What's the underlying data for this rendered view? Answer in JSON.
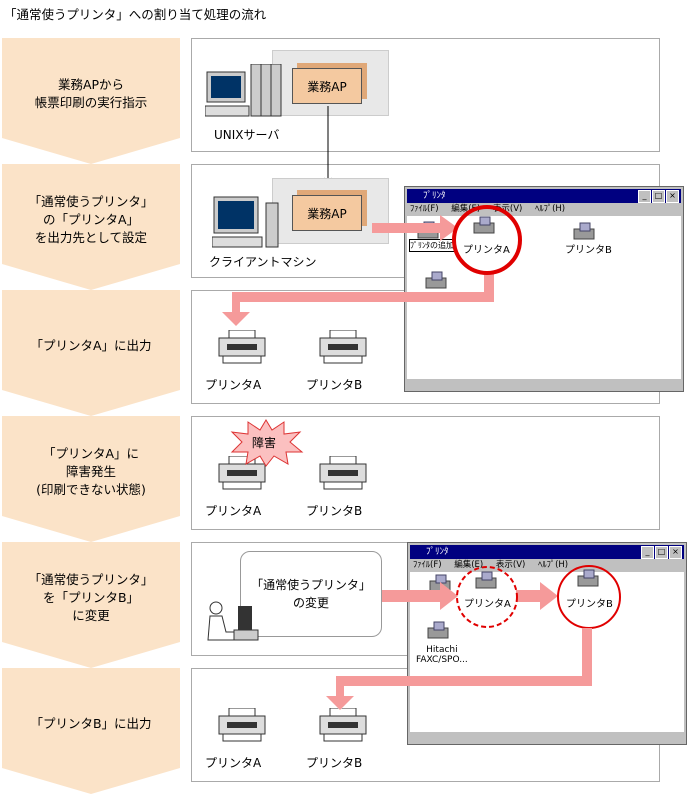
{
  "title": "「通常使うプリンタ」への割り当て処理の流れ",
  "steps": [
    "業務APから\n帳票印刷の実行指示",
    "「通常使うプリンタ」\nの「プリンタA」\nを出力先として設定",
    "「プリンタA」に出力",
    "「プリンタA」に\n障害発生\n(印刷できない状態)",
    "「通常使うプリンタ」\nを「プリンタB」\nに変更",
    "「プリンタB」に出力"
  ],
  "row1": {
    "app": "業務AP",
    "server": "UNIXサーバ"
  },
  "row2": {
    "app": "業務AP",
    "client": "クライアントマシン"
  },
  "printers": {
    "a": "プリンタA",
    "b": "プリンタB"
  },
  "fault": "障害",
  "bubble": "「通常使うプリンタ」\nの変更",
  "window": {
    "title": "ﾌﾟﾘﾝﾀ",
    "menu": "ﾌｧｲﾙ(F) 編集(E) 表示(V) ﾍﾙﾌﾟ(H)",
    "add_printer": "ﾌﾟﾘﾝﾀの追加",
    "printer_a": "プリンタA",
    "printer_b": "プリンタB",
    "fax": "Hitachi\nFAXC/SPO..."
  },
  "colors": {
    "arrow": "#f59a9a",
    "circle": "#e00000",
    "step": "#fbe3c8"
  }
}
